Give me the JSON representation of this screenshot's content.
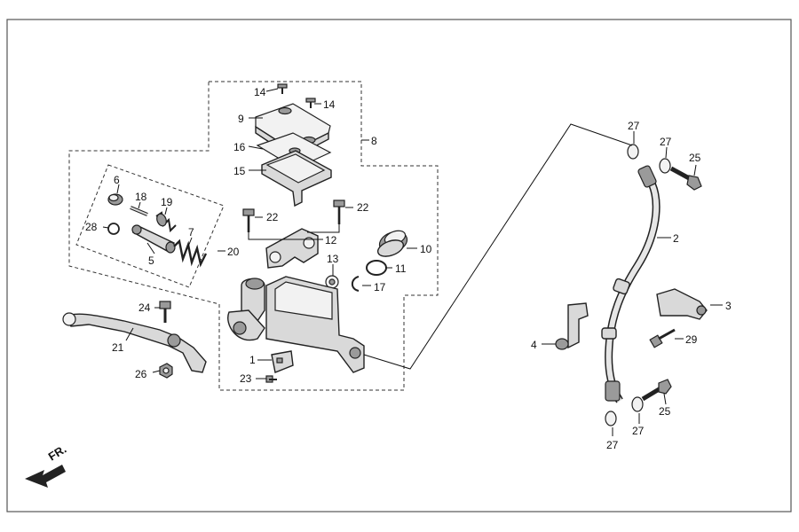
{
  "direction": {
    "label": "FR."
  },
  "parts": {
    "p1": "1",
    "p2": "2",
    "p3": "3",
    "p4": "4",
    "p5": "5",
    "p6": "6",
    "p7": "7",
    "p8": "8",
    "p9": "9",
    "p10": "10",
    "p11": "11",
    "p12": "12",
    "p13": "13",
    "p14a": "14",
    "p14b": "14",
    "p15": "15",
    "p16": "16",
    "p17": "17",
    "p18": "18",
    "p19": "19",
    "p20": "20",
    "p21": "21",
    "p22a": "22",
    "p22b": "22",
    "p23": "23",
    "p24": "24",
    "p25a": "25",
    "p25b": "25",
    "p26": "26",
    "p27a": "27",
    "p27b": "27",
    "p27c": "27",
    "p27d": "27",
    "p28": "28",
    "p29": "29"
  }
}
